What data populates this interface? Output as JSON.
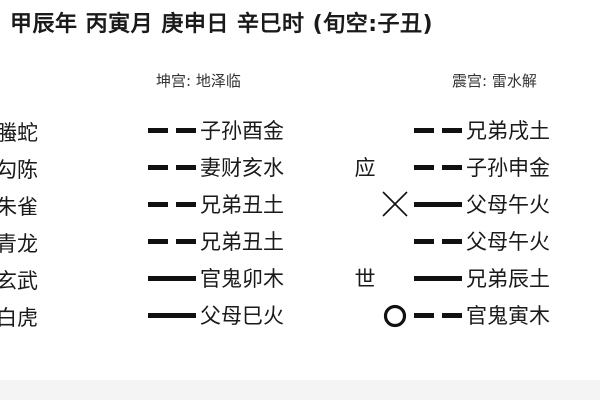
{
  "title": "甲辰年 丙寅月 庚申日 辛巳时 (旬空:子丑)",
  "palace_left": "坤宫: 地泽临",
  "palace_right": "震宫: 雷水解",
  "rows": [
    {
      "spirit": "螣蛇",
      "left_line": "yin",
      "left_text": "子孙酉金",
      "mid": "",
      "change_mark": "",
      "right_line": "yin",
      "right_text": "兄弟戌土"
    },
    {
      "spirit": "勾陈",
      "left_line": "yin",
      "left_text": "妻财亥水",
      "mid": "应",
      "change_mark": "",
      "right_line": "yin",
      "right_text": "子孙申金"
    },
    {
      "spirit": "朱雀",
      "left_line": "yin",
      "left_text": "兄弟丑土",
      "mid": "",
      "change_mark": "x",
      "right_line": "yang",
      "right_text": "父母午火"
    },
    {
      "spirit": "青龙",
      "left_line": "yin",
      "left_text": "兄弟丑土",
      "mid": "",
      "change_mark": "",
      "right_line": "yin",
      "right_text": "父母午火"
    },
    {
      "spirit": "玄武",
      "left_line": "yang",
      "left_text": "官鬼卯木",
      "mid": "世",
      "change_mark": "",
      "right_line": "yang",
      "right_text": "兄弟辰土"
    },
    {
      "spirit": "白虎",
      "left_line": "yang",
      "left_text": "父母巳火",
      "mid": "",
      "change_mark": "o",
      "right_line": "yin",
      "right_text": "官鬼寅木"
    }
  ]
}
